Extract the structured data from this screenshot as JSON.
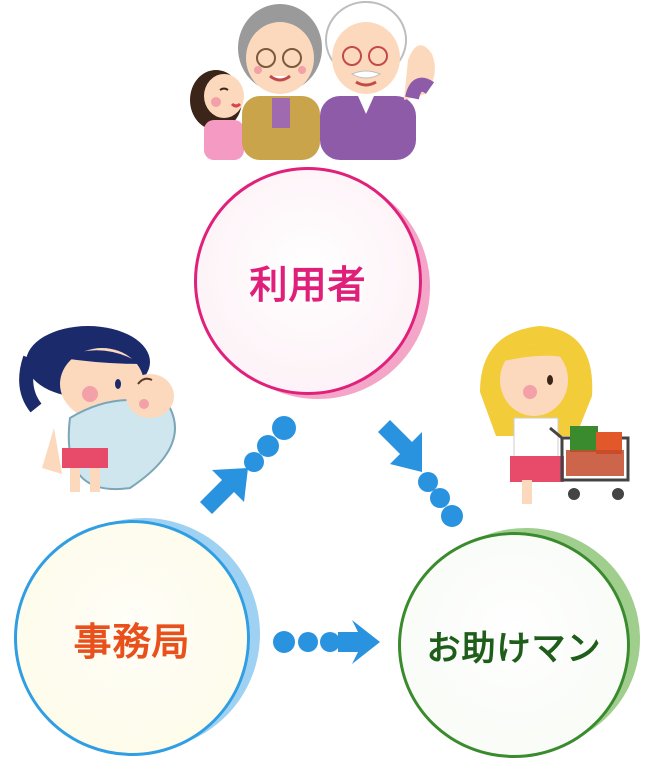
{
  "nodes": {
    "user": {
      "label": "利用者",
      "color": "#e01f7b"
    },
    "office": {
      "label": "事務局",
      "color": "#e8501c"
    },
    "helper": {
      "label": "お助けマン",
      "color": "#1f5d1a"
    }
  },
  "arrow_color": "#2a93e0",
  "illustrations": [
    "elderly-couple-with-child",
    "girl-holding-baby",
    "woman-with-shopping-cart"
  ]
}
